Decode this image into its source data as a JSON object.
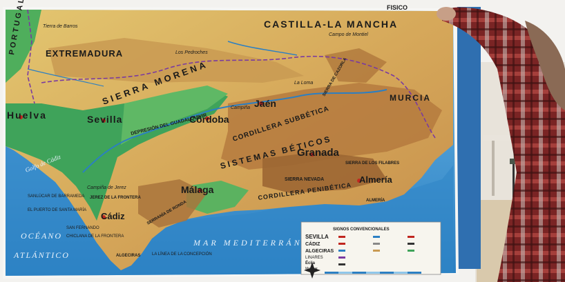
{
  "map": {
    "corner_title": "FISICO",
    "region_labels": {
      "portugal": "PORTUGAL",
      "extremadura": "EXTREMADURA",
      "castilla_la_mancha": "CASTILLA-LA MANCHA",
      "murcia": "MURCIA"
    },
    "province_labels": {
      "huelva": "Huelva",
      "sevilla": "Sevilla",
      "cordoba": "Córdoba",
      "jaen": "Jaén",
      "granada": "Granada",
      "almeria": "Almería",
      "malaga": "Málaga",
      "cadiz": "Cádiz"
    },
    "relief_labels": {
      "sierra_morena": "SIERRA MORENA",
      "cordillera_subbetica": "CORDILLERA SUBBÉTICA",
      "sistemas_beticos": "SISTEMAS BÉTICOS",
      "cordillera_penibetica": "CORDILLERA PENIBÉTICA",
      "depresion_guadalquivir": "DEPRESIÓN DEL GUADALQUIVIR",
      "sierra_nevada": "SIERRA NEVADA"
    },
    "small_labels": {
      "tierra_de_barros": "Tierra de Barros",
      "los_pedroches": "Los Pedroches",
      "campo_montiel": "Campo de Montiel",
      "la_loma": "La Loma",
      "campina": "Campiña",
      "sierra_cazorla": "SIERRA DE CAZORLA",
      "los_filabres": "SIERRA DE LOS FILABRES",
      "campina_jerez": "Campiña de Jerez",
      "sanlucar": "SANLÚCAR DE BARRAMEDA",
      "el_puerto": "EL PUERTO DE SANTA MARÍA",
      "jerez": "JEREZ DE LA FRONTERA",
      "san_fernando": "SAN FERNANDO",
      "chiclana": "CHICLANA DE LA FRONTERA",
      "la_linea": "LA LÍNEA DE LA CONCEPCIÓN",
      "algeciras_small": "ALGECIRAS",
      "golfo_cadiz": "Golfo de Cádiz",
      "serrania_ronda": "SERRANÍA DE RONDA",
      "almeria_prov": "ALMERÍA"
    },
    "sea_labels": {
      "mar_mediterraneo": "MAR MEDITERRÁNEO",
      "oceano": "OCÉANO",
      "atlantico": "ATLÁNTICO"
    },
    "legend": {
      "title": "SIGNOS CONVENCIONALES",
      "sizes": [
        "SEVILLA",
        "CÁDIZ",
        "ALGECIRAS",
        "LINARES",
        "Écija",
        "Mojácar"
      ]
    }
  },
  "colors": {
    "sea_deep": "#2e86c7",
    "sea_shallow": "#7cc0e8",
    "lowland": "#3fa85a",
    "plateau": "#d9b356",
    "mountain": "#b07438",
    "shirt": "#8a2b2b"
  }
}
